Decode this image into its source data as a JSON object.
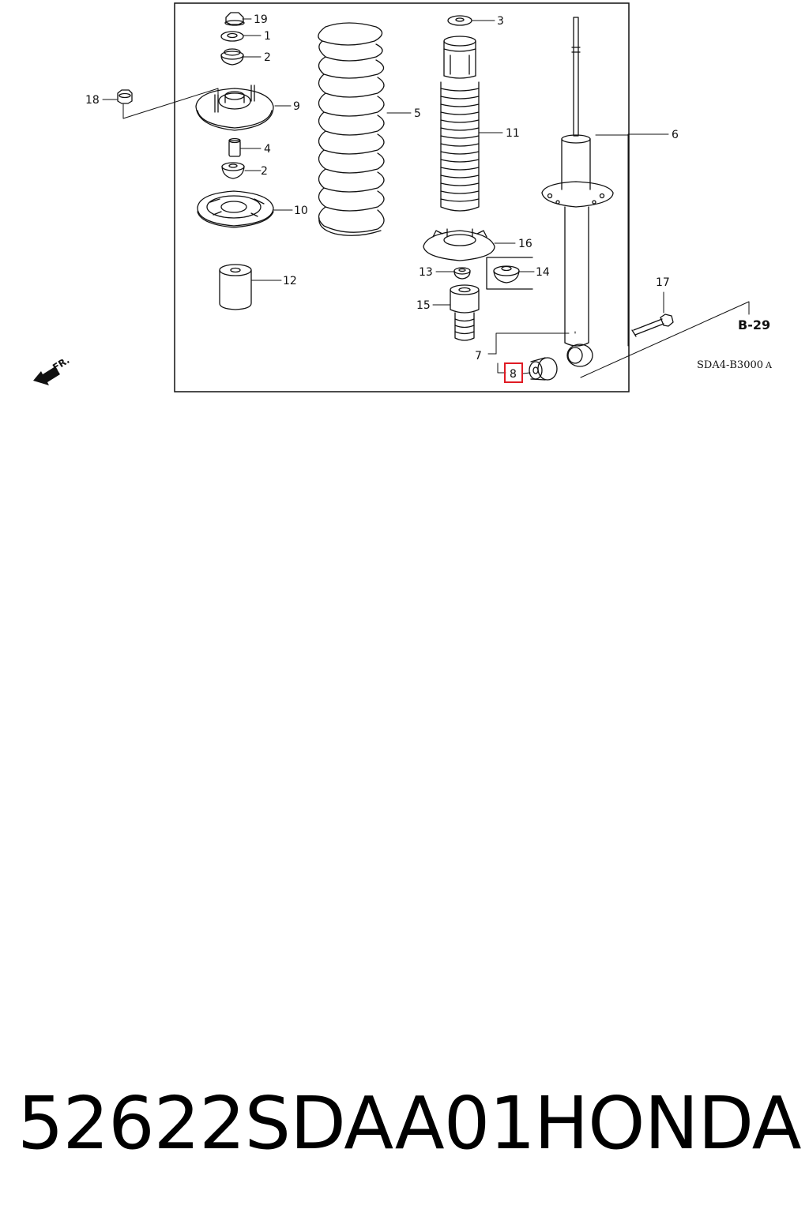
{
  "diagram": {
    "callouts": {
      "c1": "1",
      "c2a": "2",
      "c2b": "2",
      "c3": "3",
      "c4": "4",
      "c5": "5",
      "c6": "6",
      "c7": "7",
      "c8": "8",
      "c9": "9",
      "c10": "10",
      "c11": "11",
      "c12": "12",
      "c13": "13",
      "c14": "14",
      "c15": "15",
      "c16": "16",
      "c17": "17",
      "c18": "18",
      "c19": "19"
    },
    "reference": "B-29",
    "drawing_code": "SDA4-B3000",
    "drawing_code_suffix": "A",
    "front_label": "FR.",
    "highlight_color": "#e01b24"
  },
  "caption": {
    "part_number": "52622SDAA01",
    "brand": "HONDA"
  }
}
